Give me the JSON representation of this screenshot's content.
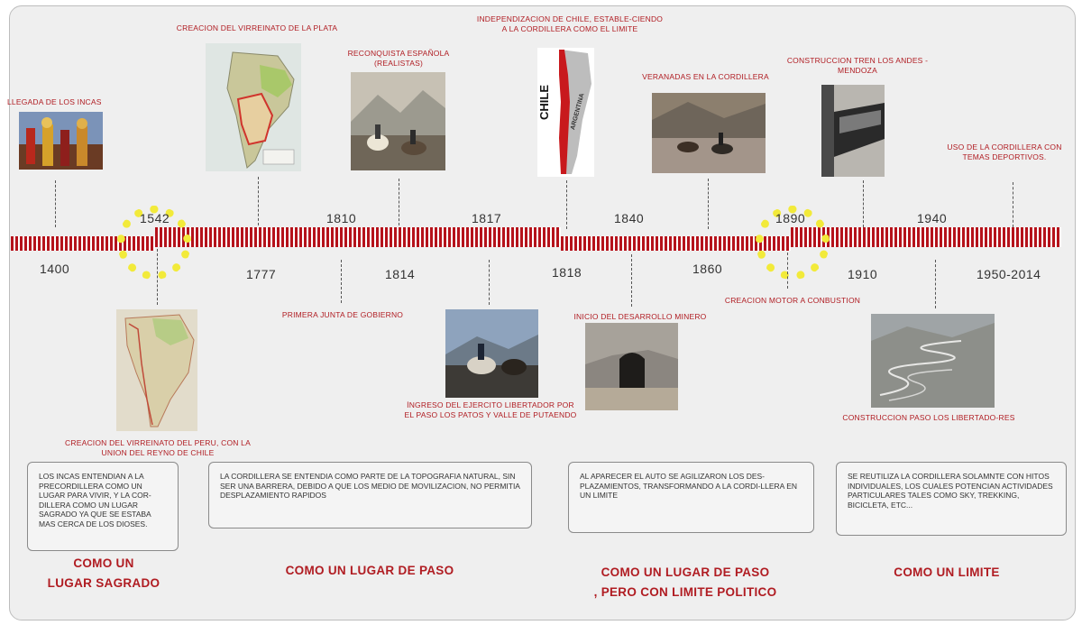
{
  "timeline": {
    "years_top": [
      "1542",
      "1810",
      "1817",
      "1840",
      "1890",
      "1940"
    ],
    "years_bottom": [
      "1400",
      "1777",
      "1814",
      "1818",
      "1860",
      "1910",
      "1950-2014"
    ]
  },
  "events_top": {
    "incas": "LLEGADA DE LOS INCAS",
    "plata": "CREACION DEL VIRREINATO DE LA PLATA",
    "reconquista": "RECONQUISTA ESPAÑOLA (REALISTAS)",
    "independencia": "INDEPENDIZACION DE CHILE, ESTABLE-CIENDO A LA CORDILLERA COMO EL LIMITE",
    "veranadas": "VERANADAS EN LA CORDILLERA",
    "tren": "CONSTRUCCION TREN LOS ANDES - MENDOZA",
    "deportes": "USO DE LA CORDILLERA CON TEMAS DEPORTIVOS."
  },
  "events_bottom": {
    "peru": "CREACION DEL VIRREINATO DEL PERU, CON  LA UNION DEL REYNO DE CHILE",
    "junta": "PRIMERA JUNTA DE GOBIERNO",
    "ejercito": "İNGRESO DEL EJERCITO LIBERTADOR POR EL PASO LOS PATOS Y VALLE DE PUTAENDO",
    "minero": "INICIO DEL DESARROLLO MINERO",
    "motor": "CREACION MOTOR A CONBUSTION",
    "libertadores": "CONSTRUCCION PASO LOS LIBERTADO-RES"
  },
  "map_labels": {
    "chile": "CHILE",
    "argentina": "ARGENTINA"
  },
  "descriptions": [
    "LOS INCAS ENTENDIAN A LA PRECORDILLERA COMO UN LUGAR PARA VIVIR, Y LA COR-DILLERA COMO UN LUGAR SAGRADO YA QUE SE ESTABA MAS CERCA DE LOS DIOSES.",
    "LA CORDILLERA SE ENTENDIA COMO PARTE DE LA TOPOGRAFIA NATURAL, SIN SER UNA BARRERA, DEBIDO A QUE LOS MEDIO DE MOVILIZACION, NO PERMITIA DESPLAZAMIENTO RAPIDOS",
    "AL APARECER EL AUTO SE AGILIZARON LOS DES-PLAZAMIENTOS, TRANSFORMANDO A LA CORDI-LLERA EN UN LIMITE",
    "SE REUTILIZA LA CORDILLERA SOLAMNTE CON HITOS INDIVIDUALES, LOS CUALES POTENCIAN ACTIVIDADES PARTICULARES TALES COMO SKY, TREKKING, BICICLETA, ETC..."
  ],
  "headings": {
    "sagrado_1": "COMO UN",
    "sagrado_2": "LUGAR SAGRADO",
    "paso": "COMO UN LUGAR DE PASO",
    "politico_1": "COMO UN LUGAR DE PASO",
    "politico_2": ", PERO CON LIMITE POLITICO",
    "limite": "COMO UN LIMITE"
  },
  "colors": {
    "accent": "#b01c22",
    "stripe": "#b5121b",
    "ring": "#f2ea3a",
    "board": "#efefef"
  }
}
